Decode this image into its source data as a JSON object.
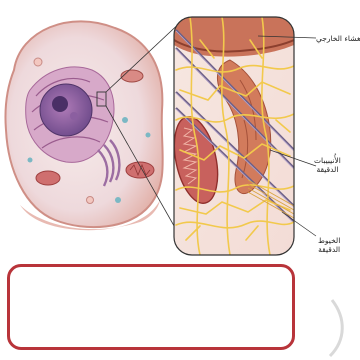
{
  "labels": {
    "plasma_membrane": "الغشاء الخارجي",
    "microtubules_line1": "الأُنيبيبات",
    "microtubules_line2": "الدقيقة",
    "microfilaments_line1": "الخيوط",
    "microfilaments_line2": "الدقيقة"
  },
  "answer_box": {
    "value": ""
  }
}
